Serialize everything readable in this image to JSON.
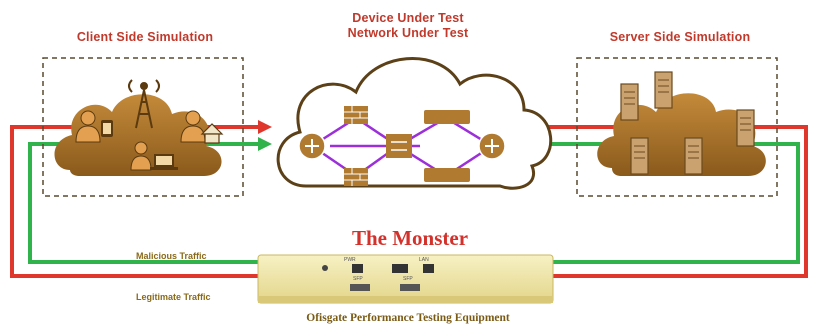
{
  "headers": {
    "client": "Client Side Simulation",
    "dut_line1": "Device Under Test",
    "dut_line2": "Network Under Test",
    "server": "Server Side Simulation"
  },
  "traffic": {
    "malicious": "Malicious Traffic",
    "legitimate": "Legitimate Traffic"
  },
  "product": {
    "name": "The Monster",
    "caption": "Ofisgate Performance Testing Equipment",
    "port_labels": [
      "PWR",
      "LAN",
      "SFP",
      "SFP"
    ]
  },
  "colors": {
    "malicious_line": "#e0372c",
    "legitimate_line": "#2fb34a",
    "cloud_fill": "#a9742a",
    "heading_red": "#c0392b",
    "network_link": "#9b30d9",
    "device_body": "#efe7a8"
  },
  "icons": [
    "cell-tower-icon",
    "person-icon",
    "laptop-icon",
    "tablet-icon",
    "house-icon",
    "router-icon",
    "firewall-icon",
    "switch-icon",
    "server-icon"
  ]
}
